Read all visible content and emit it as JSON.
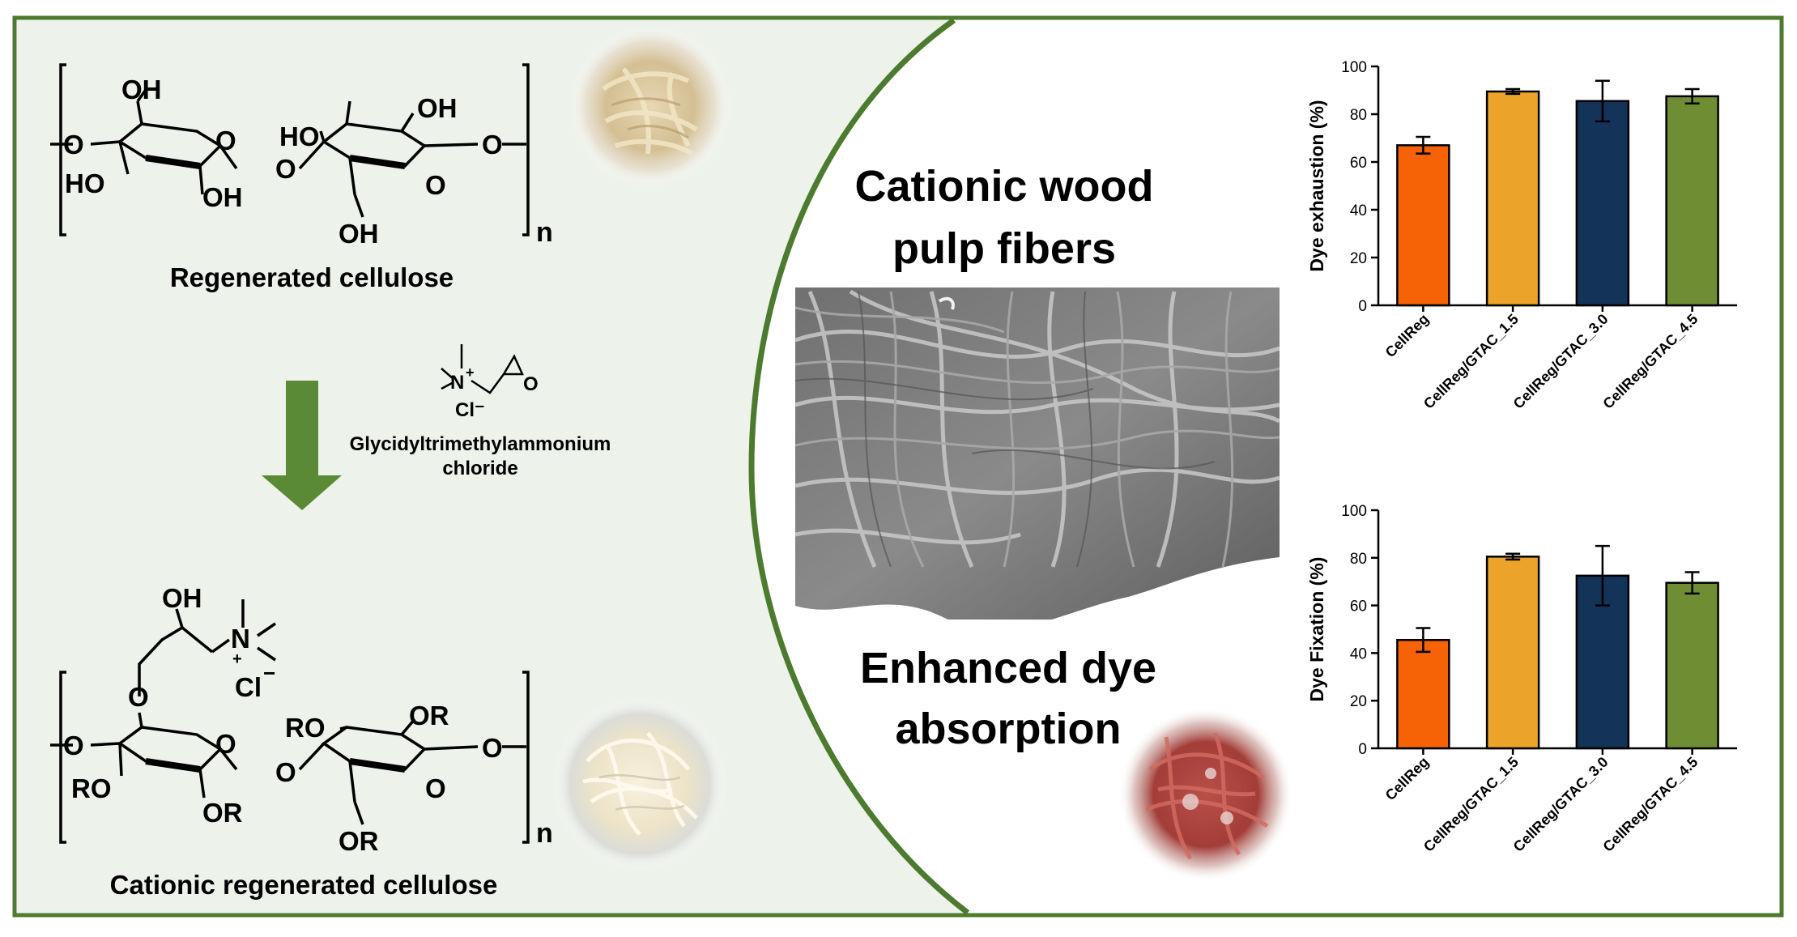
{
  "colors": {
    "border_green": "#4c7a2e",
    "panel_bg": "#edf2eb",
    "arrow_green": "#5a8a35",
    "bar_colors": [
      "#f56306",
      "#eba32a",
      "#133358",
      "#6f8e34"
    ]
  },
  "chem": {
    "oh": "OH",
    "o": "O",
    "ho": "HO",
    "n_sub": "n",
    "ro": "RO",
    "or": "OR",
    "n_plus": "N",
    "plus": "+",
    "cl": "Cl",
    "minus": "−",
    "cl_minus": "Cl⁻"
  },
  "labels": {
    "regenerated": "Regenerated cellulose",
    "cationic_regenerated": "Cationic regenerated cellulose",
    "reagent_line1": "Glycidyltrimethylammonium",
    "reagent_line2": "chloride",
    "title_line1": "Cationic wood",
    "title_line2": "pulp fibers",
    "dye_line1": "Enhanced dye",
    "dye_line2": "absorption"
  },
  "chart_data": [
    {
      "type": "bar",
      "categories": [
        "CellReg",
        "CellReg/GTAC_1.5",
        "CellReg/GTAC_3.0",
        "CellReg/GTAC_4.5"
      ],
      "values": [
        67,
        89.5,
        85.5,
        87.5
      ],
      "errors": [
        3.5,
        1,
        8.5,
        3
      ],
      "ylabel": "Dye exhaustion (%)",
      "ylim": [
        0,
        100
      ],
      "yticks": [
        "0",
        "20",
        "40",
        "60",
        "80",
        "100"
      ]
    },
    {
      "type": "bar",
      "categories": [
        "CellReg",
        "CellReg/GTAC_1.5",
        "CellReg/GTAC_3.0",
        "CellReg/GTAC_4.5"
      ],
      "values": [
        45.5,
        80.5,
        72.5,
        69.5
      ],
      "errors": [
        5,
        1.2,
        12.5,
        4.5
      ],
      "ylabel": "Dye Fixation (%)",
      "ylim": [
        0,
        100
      ],
      "yticks": [
        "0",
        "20",
        "40",
        "60",
        "80",
        "100"
      ]
    }
  ]
}
